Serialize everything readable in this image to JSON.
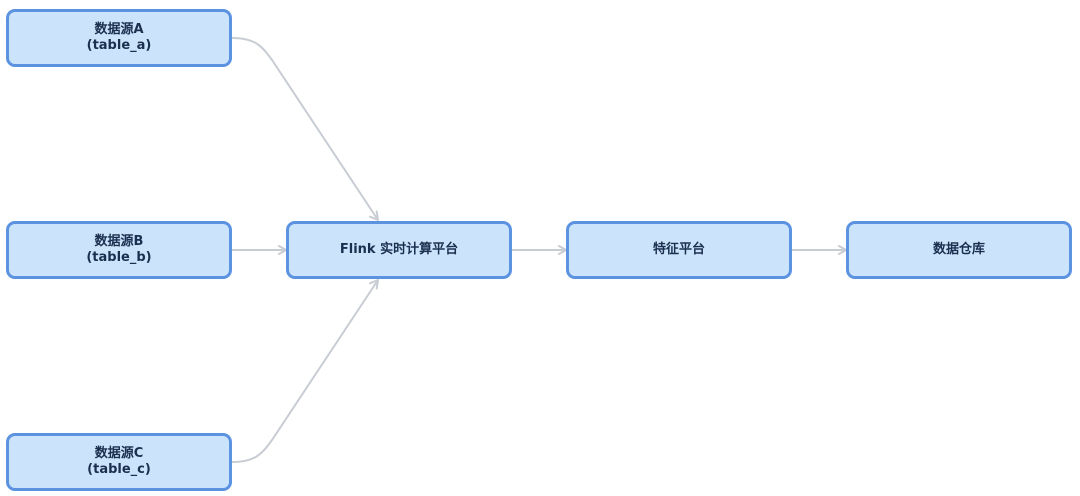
{
  "diagram": {
    "nodes": {
      "source_a": {
        "title": "数据源A",
        "subtitle": "(table_a)"
      },
      "source_b": {
        "title": "数据源B",
        "subtitle": "(table_b)"
      },
      "source_c": {
        "title": "数据源C",
        "subtitle": "(table_c)"
      },
      "flink": {
        "title": "Flink 实时计算平台"
      },
      "feature": {
        "title": "特征平台"
      },
      "warehouse": {
        "title": "数据仓库"
      }
    },
    "edges": [
      {
        "from": "source_a",
        "to": "flink"
      },
      {
        "from": "source_b",
        "to": "flink"
      },
      {
        "from": "source_c",
        "to": "flink"
      },
      {
        "from": "flink",
        "to": "feature"
      },
      {
        "from": "feature",
        "to": "warehouse"
      }
    ],
    "colors": {
      "node_fill": "#cce4fb",
      "node_border": "#5b93e0",
      "node_text": "#1b2f4f",
      "edge": "#c8ccd3"
    }
  }
}
